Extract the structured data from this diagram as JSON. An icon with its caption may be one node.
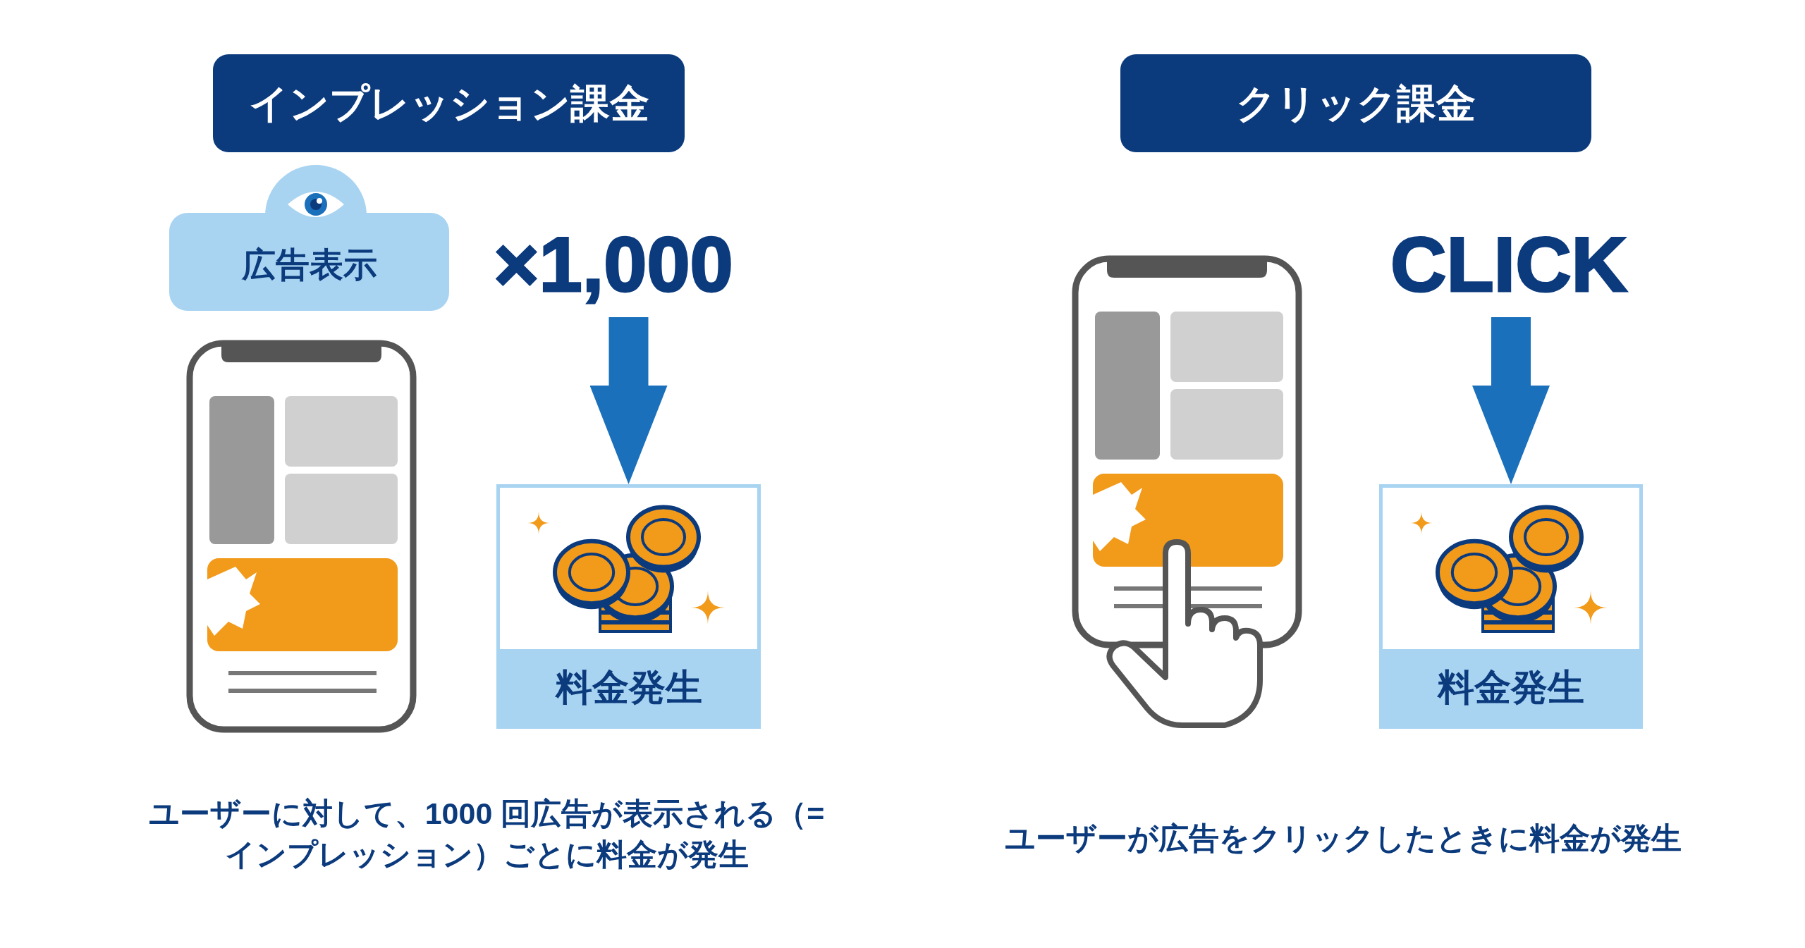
{
  "diagram": {
    "nodes": [
      {
        "text": [
          "インプレッション課金"
        ]
      },
      {
        "text": [
          "広告表示"
        ]
      },
      {
        "text": [
          "×1,000"
        ]
      },
      {
        "text": [
          "料金発生"
        ]
      },
      {
        "text": [
          "クリック課金"
        ]
      },
      {
        "text": [
          "CLICK"
        ]
      },
      {
        "text": [
          "料金発生"
        ]
      }
    ],
    "edges": [
      {
        "from": 2,
        "to": 3,
        "arrow": "to"
      },
      {
        "from": 5,
        "to": 6,
        "arrow": "to"
      }
    ],
    "labels": [
      "ユーザーに対して、1000 回広告が表示される（=インプレッション）ごとに料金が発生",
      "ユーザーが広告をクリックしたときに料金が発生"
    ]
  }
}
